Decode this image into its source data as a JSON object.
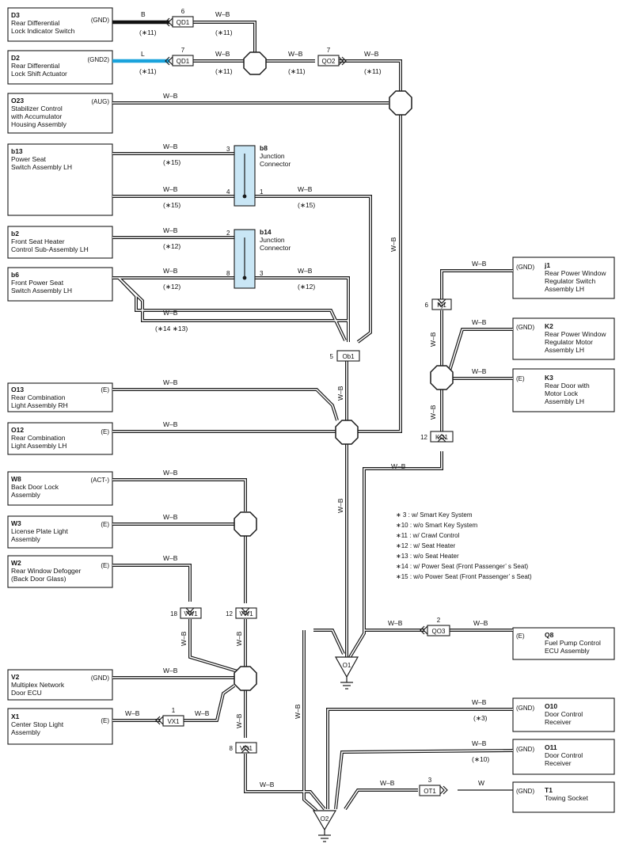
{
  "components": [
    {
      "id": "D3",
      "lines": [
        "Rear Differential",
        "Lock Indicator Switch"
      ],
      "pin": "(GND)"
    },
    {
      "id": "D2",
      "lines": [
        "Rear Differential",
        "Lock Shift Actuator"
      ],
      "pin": "(GND2)"
    },
    {
      "id": "O23",
      "lines": [
        "Stabilizer Control",
        "with Accumulator",
        "Housing Assembly"
      ],
      "pin": "(AUG)"
    },
    {
      "id": "b13",
      "lines": [
        "Power Seat",
        "Switch Assembly LH"
      ],
      "pin": ""
    },
    {
      "id": "b2",
      "lines": [
        "Front Seat Heater",
        "Control Sub-Assembly LH"
      ],
      "pin": ""
    },
    {
      "id": "b6",
      "lines": [
        "Front Power Seat",
        "Switch Assembly LH"
      ],
      "pin": ""
    },
    {
      "id": "O13",
      "lines": [
        "Rear Combination",
        "Light Assembly RH"
      ],
      "pin": "(E)"
    },
    {
      "id": "O12",
      "lines": [
        "Rear Combination",
        "Light Assembly LH"
      ],
      "pin": "(E)"
    },
    {
      "id": "W8",
      "lines": [
        "Back Door Lock",
        "Assembly"
      ],
      "pin": "(ACT-)"
    },
    {
      "id": "W3",
      "lines": [
        "License Plate Light",
        "Assembly"
      ],
      "pin": "(E)"
    },
    {
      "id": "W2",
      "lines": [
        "Rear Window Defogger",
        "(Back Door Glass)"
      ],
      "pin": "(E)"
    },
    {
      "id": "V2",
      "lines": [
        "Multiplex Network",
        "Door ECU"
      ],
      "pin": "(GND)"
    },
    {
      "id": "X1",
      "lines": [
        "Center Stop Light",
        "Assembly"
      ],
      "pin": "(E)"
    },
    {
      "id": "j1",
      "lines": [
        "Rear Power Window",
        "Regulator Switch",
        "Assembly LH"
      ],
      "pin": "(GND)"
    },
    {
      "id": "K2",
      "lines": [
        "Rear Power Window",
        "Regulator Motor",
        "Assembly LH"
      ],
      "pin": "(GND)"
    },
    {
      "id": "K3",
      "lines": [
        "Rear Door with",
        "Motor Lock",
        "Assembly LH"
      ],
      "pin": "(E)"
    },
    {
      "id": "Q8",
      "lines": [
        "Fuel Pump Control",
        "ECU Assembly"
      ],
      "pin": "(E)"
    },
    {
      "id": "O10",
      "lines": [
        "Door Control",
        "Receiver"
      ],
      "pin": "(GND)"
    },
    {
      "id": "O11",
      "lines": [
        "Door Control",
        "Receiver"
      ],
      "pin": "(GND)"
    },
    {
      "id": "T1",
      "lines": [
        "Towing Socket"
      ],
      "pin": "(GND)"
    }
  ],
  "junctions": [
    {
      "id": "b8",
      "lines": [
        "Junction",
        "Connector"
      ],
      "pins": [
        "3",
        "4",
        "1"
      ]
    },
    {
      "id": "b14",
      "lines": [
        "Junction",
        "Connector"
      ],
      "pins": [
        "2",
        "8",
        "3"
      ]
    }
  ],
  "connectors": [
    {
      "name": "QD1",
      "pin": "6"
    },
    {
      "name": "QD1",
      "pin": "7"
    },
    {
      "name": "QO2",
      "pin": "7"
    },
    {
      "name": "Ob1",
      "pin": "5"
    },
    {
      "name": "Kj1",
      "pin": "6"
    },
    {
      "name": "KO1",
      "pin": "12"
    },
    {
      "name": "VW1",
      "pin": "18"
    },
    {
      "name": "VW1",
      "pin": "12"
    },
    {
      "name": "VX1",
      "pin": "1"
    },
    {
      "name": "VO1",
      "pin": "8"
    },
    {
      "name": "QO3",
      "pin": "2"
    },
    {
      "name": "OT1",
      "pin": "3"
    }
  ],
  "grounds": [
    "O1",
    "O2"
  ],
  "wire_codes": {
    "wb": "W–B",
    "b": "B",
    "l": "L",
    "w": "W"
  },
  "option_codes": [
    "(∗11)",
    "(∗15)",
    "(∗12)",
    "(∗14 ∗13)",
    "(∗3)",
    "(∗10)"
  ],
  "notes": [
    "∗ 3 : w/ Smart Key System",
    "∗10 : w/o Smart Key System",
    "∗11 : w/ Crawl Control",
    "∗12 : w/ Seat Heater",
    "∗13 : w/o Seat Heater",
    "∗14 : w/ Power Seat (Front Passenger’ s Seat)",
    "∗15 : w/o Power Seat (Front Passenger’ s Seat)"
  ],
  "colors": {
    "black_wire": "#111111",
    "blue_wire": "#1aa3dc",
    "junction_fill": "#c9e6f5",
    "line": "#1a1a1a"
  }
}
